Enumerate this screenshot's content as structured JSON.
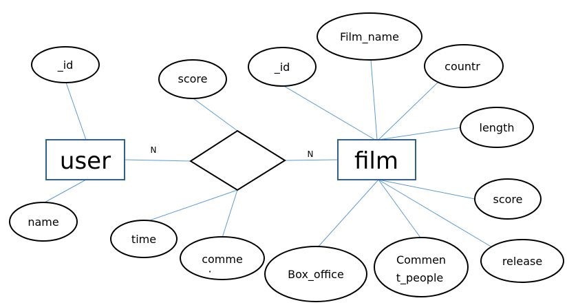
{
  "entities": {
    "user": "user",
    "film": "film"
  },
  "attributes": {
    "user_id": "_id",
    "user_name": "name",
    "rel_score": "score",
    "rel_time": "time",
    "rel_comment_line1": "comme",
    "rel_comment_line2": "·",
    "film_id": "_id",
    "film_name": "Film_name",
    "film_country": "countr",
    "film_length": "length",
    "film_score": "score",
    "film_release": "release",
    "film_box_office": "Box_office",
    "film_comment_people_line1": "Commen",
    "film_comment_people_line2": "t_people"
  },
  "cardinality": {
    "left": "N",
    "right": "N"
  },
  "colors": {
    "entity_border": "#2e5f8f",
    "line": "#5b9bd5",
    "outline": "#000000"
  }
}
